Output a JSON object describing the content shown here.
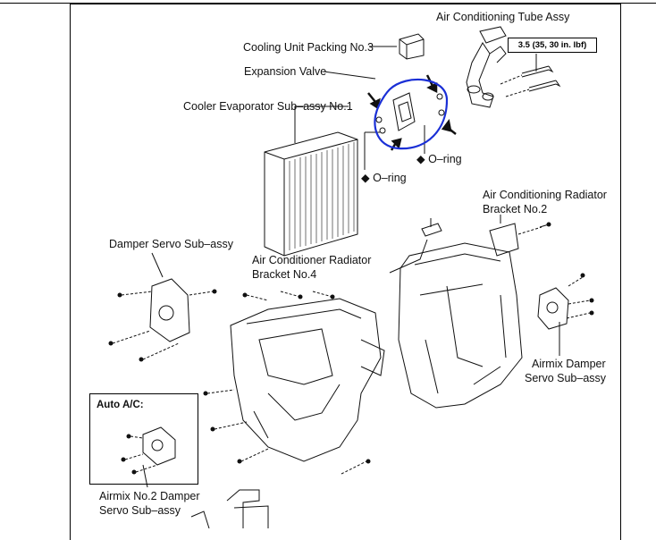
{
  "labels": {
    "ac_tube": "Air Conditioning Tube Assy",
    "torque": "3.5 (35, 30 in. lbf)",
    "cooling_packing": "Cooling Unit Packing No.3",
    "expansion_valve": "Expansion Valve",
    "cooler_evap": "Cooler Evaporator Sub–assy No.1",
    "oring_right": "◆ O–ring",
    "oring_left": "◆ O–ring",
    "ac_bracket2_l1": "Air Conditioning Radiator",
    "ac_bracket2_l2": "Bracket No.2",
    "damper_servo": "Damper Servo Sub–assy",
    "ac_bracket4_l1": "Air Conditioner Radiator",
    "ac_bracket4_l2": "Bracket No.4",
    "airmix_servo_l1": "Airmix Damper",
    "airmix_servo_l2": "Servo Sub–assy",
    "auto_ac": "Auto A/C:",
    "airmix2_l1": "Airmix No.2 Damper",
    "airmix2_l2": "Servo Sub–assy"
  },
  "colors": {
    "highlight": "#1a2fd6",
    "line": "#111111"
  }
}
